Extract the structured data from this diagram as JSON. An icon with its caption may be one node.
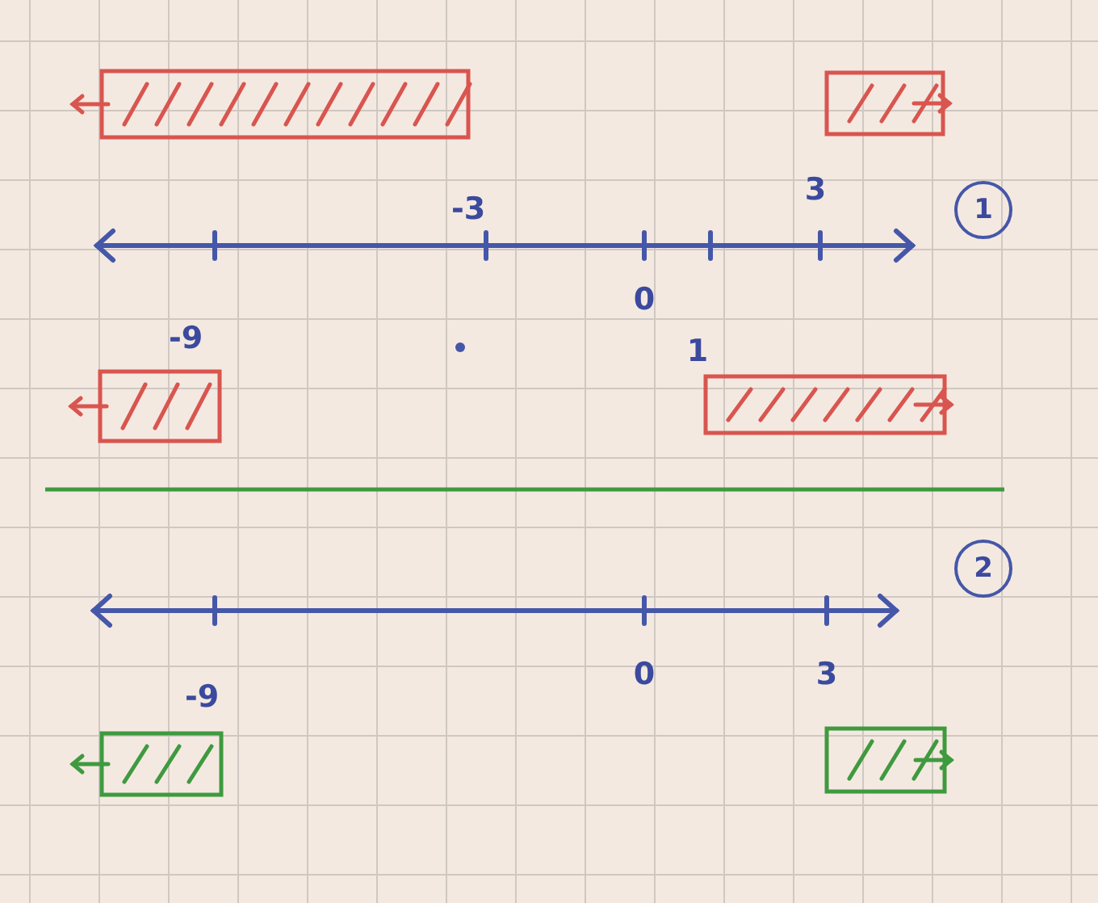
{
  "diagram": {
    "nodes": [
      {
        "text": [
          "1"
        ]
      },
      {
        "text": [
          "2"
        ]
      }
    ],
    "labels": [
      "-3",
      "3",
      "0",
      "-9",
      "1",
      "-9",
      "0",
      "3"
    ]
  }
}
